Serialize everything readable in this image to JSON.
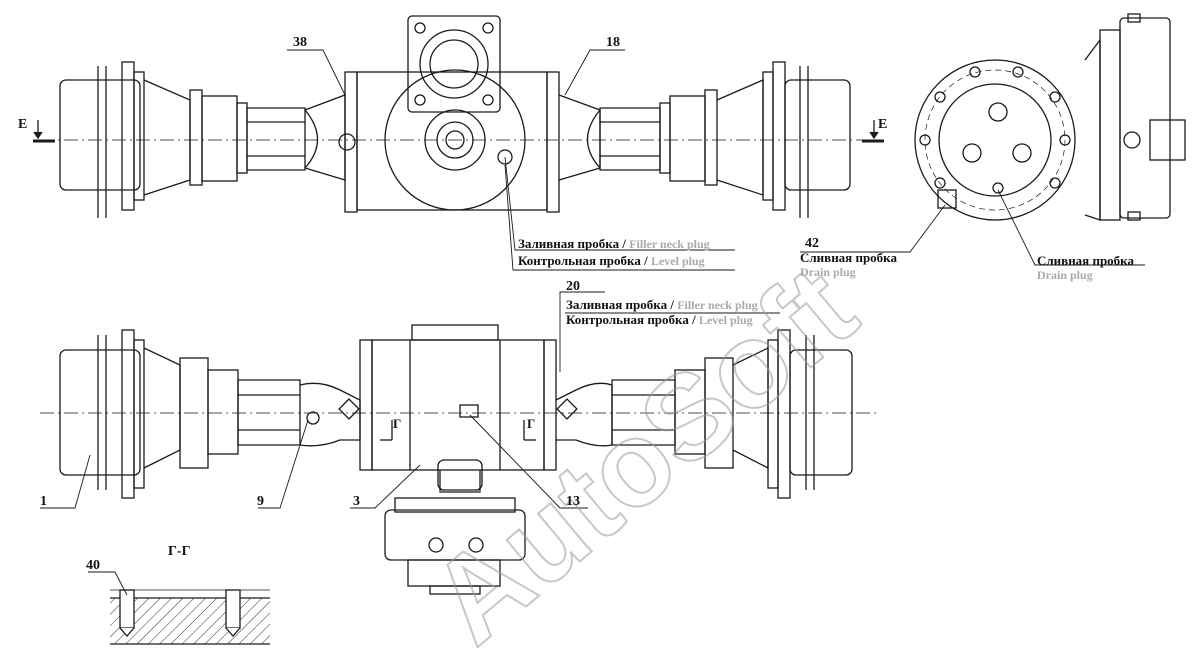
{
  "labels": {
    "section_e_left": "E",
    "section_e_right": "E",
    "section_gg": "Г-Г",
    "filler_ru_1": "Заливная пробка / ",
    "filler_en_1": "Filler neck plug",
    "level_ru_1": "Контрольная пробка / ",
    "level_en_1": "Level plug",
    "filler_ru_2": "Заливная пробка / ",
    "filler_en_2": "Filler neck plug",
    "level_ru_2": "Контрольная пробка / ",
    "level_en_2": "Level plug",
    "drain_ru_1": "Сливная пробка",
    "drain_en_1": "Drain plug",
    "drain_ru_2": "Сливная пробка",
    "drain_en_2": "Drain plug",
    "gamma_left": "Г",
    "gamma_right": "Г"
  },
  "callouts": {
    "c38": "38",
    "c18": "18",
    "c42": "42",
    "c20": "20",
    "c1": "1",
    "c9": "9",
    "c3": "3",
    "c13": "13",
    "c40": "40"
  },
  "watermark": "AutoSoft",
  "colors": {
    "line": "#1a1a1a",
    "hatch": "#333333",
    "english_text": "#aaaaaa",
    "watermark": "#c8c8c8"
  }
}
